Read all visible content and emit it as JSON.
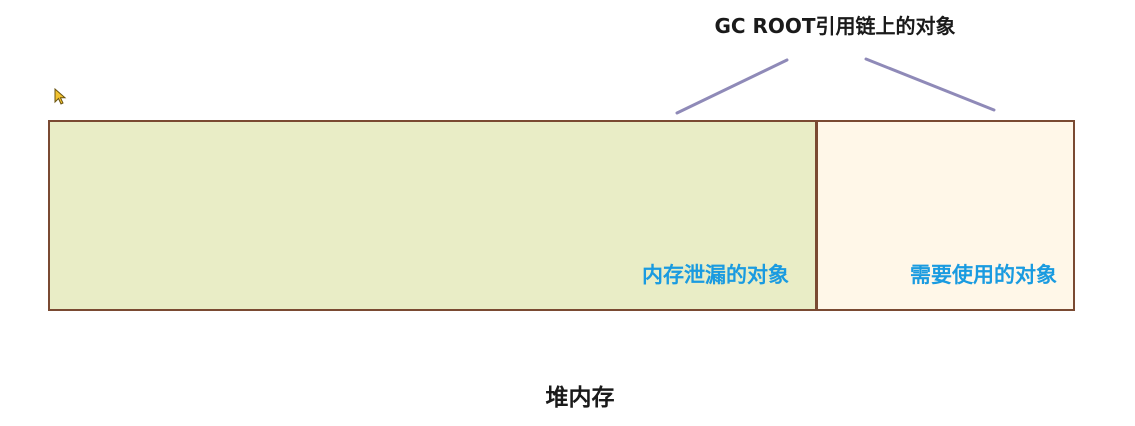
{
  "diagram": {
    "title": "GC ROOT引用链上的对象",
    "regions": {
      "leak_label": "内存泄漏的对象",
      "needed_label": "需要使用的对象"
    },
    "caption": "堆内存"
  },
  "colors": {
    "border": "#7a4a32",
    "leak_fill": "#e9edc6",
    "needed_fill": "#fff7e8",
    "label_accent": "#1a9be0",
    "connector": "#8f8ab8"
  },
  "icons": {
    "cursor": "mouse-pointer-icon"
  }
}
